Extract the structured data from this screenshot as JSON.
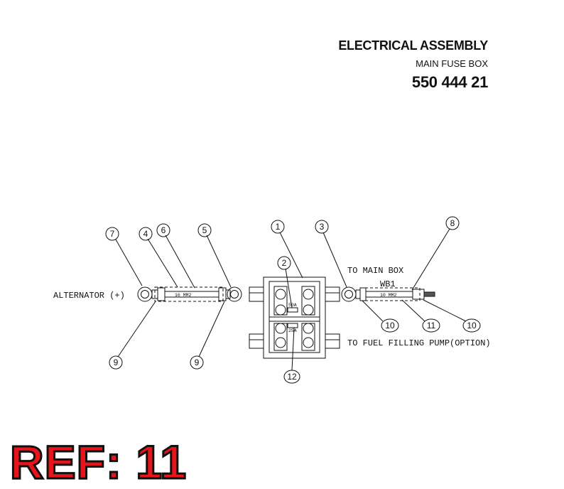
{
  "header": {
    "title": "ELECTRICAL ASSEMBLY",
    "subtitle": "MAIN FUSE BOX",
    "part_number": "550 444 21"
  },
  "labels": {
    "alternator": "ALTERNATOR (+)",
    "to_main_box": "TO MAIN BOX",
    "wb1": "WB1",
    "to_fuel_pump": "TO FUEL FILLING PUMP(OPTION)",
    "cable_left": "16 MM2",
    "cable_right": "10 MM2",
    "fuse_top": "50A",
    "fuse_bottom": "25A"
  },
  "callouts": {
    "c7": "7",
    "c4": "4",
    "c6": "6",
    "c5": "5",
    "c1": "1",
    "c3": "3",
    "c8": "8",
    "c2": "2",
    "c9a": "9",
    "c9b": "9",
    "c12": "12",
    "c10a": "10",
    "c11": "11",
    "c10b": "10"
  },
  "reference": "REF: 11",
  "colors": {
    "reference_fill": "#e8141b",
    "line": "#111111"
  }
}
